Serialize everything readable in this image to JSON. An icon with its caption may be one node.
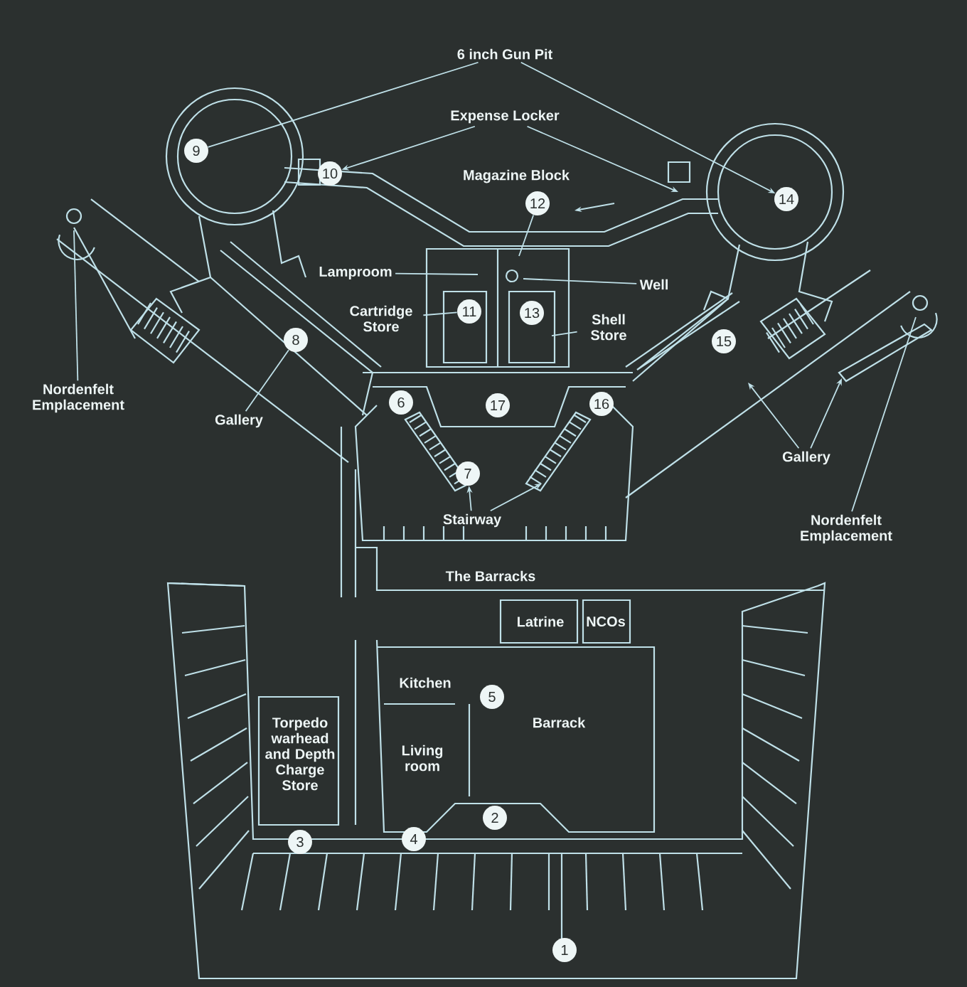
{
  "diagram": {
    "nodes": [
      {
        "text": [
          "6 inch Gun Pit"
        ]
      },
      {
        "text": [
          "Expense Locker"
        ]
      },
      {
        "text": [
          "Lamproom"
        ]
      },
      {
        "text": [
          "Well"
        ]
      },
      {
        "text": [
          "Cartridge Store"
        ]
      },
      {
        "text": [
          "Shell Store"
        ]
      },
      {
        "text": [
          "Nordenfelt Emplacement"
        ]
      },
      {
        "text": [
          "Gallery"
        ]
      },
      {
        "text": [
          "Stairway"
        ]
      },
      {
        "text": [
          "Gallery"
        ]
      },
      {
        "text": [
          "Nordenfelt Emplacement"
        ]
      },
      {
        "text": [
          "1"
        ]
      },
      {
        "text": [
          "2"
        ]
      },
      {
        "text": [
          "3"
        ]
      },
      {
        "text": [
          "4"
        ]
      },
      {
        "text": [
          "5"
        ]
      },
      {
        "text": [
          "6"
        ]
      },
      {
        "text": [
          "7"
        ]
      },
      {
        "text": [
          "8"
        ]
      },
      {
        "text": [
          "9"
        ]
      },
      {
        "text": [
          "10"
        ]
      },
      {
        "text": [
          "11"
        ]
      },
      {
        "text": [
          "12"
        ]
      },
      {
        "text": [
          "13"
        ]
      },
      {
        "text": [
          "14"
        ]
      },
      {
        "text": [
          "15"
        ]
      },
      {
        "text": [
          "16"
        ]
      },
      {
        "text": [
          "17"
        ]
      }
    ],
    "edges": [
      {
        "from": 0,
        "to": 19,
        "arrow": "none"
      },
      {
        "from": 0,
        "to": 24,
        "arrow": "to"
      },
      {
        "from": 1,
        "to": 20,
        "arrow": "to"
      },
      {
        "from": 1,
        "to": null,
        "arrow": "to"
      },
      {
        "from": 2,
        "to": null,
        "arrow": "none"
      },
      {
        "from": 3,
        "to": null,
        "arrow": "none"
      },
      {
        "from": 4,
        "to": 21,
        "arrow": "none"
      },
      {
        "from": 5,
        "to": null,
        "arrow": "none"
      },
      {
        "from": 6,
        "to": null,
        "arrow": "none"
      },
      {
        "from": 7,
        "to": 18,
        "arrow": "none"
      },
      {
        "from": 8,
        "to": 17,
        "arrow": "to"
      },
      {
        "from": 8,
        "to": null,
        "arrow": "to"
      },
      {
        "from": 9,
        "to": null,
        "arrow": "to"
      },
      {
        "from": 9,
        "to": null,
        "arrow": "to"
      },
      {
        "from": 10,
        "to": null,
        "arrow": "none"
      },
      {
        "from": 22,
        "to": null,
        "arrow": "none"
      }
    ],
    "labels": [
      "Magazine Block",
      "The Barracks",
      "Latrine",
      "NCOs",
      "Kitchen",
      "Barrack",
      "Living room",
      "Torpedo warhead and Depth Charge Store"
    ]
  }
}
